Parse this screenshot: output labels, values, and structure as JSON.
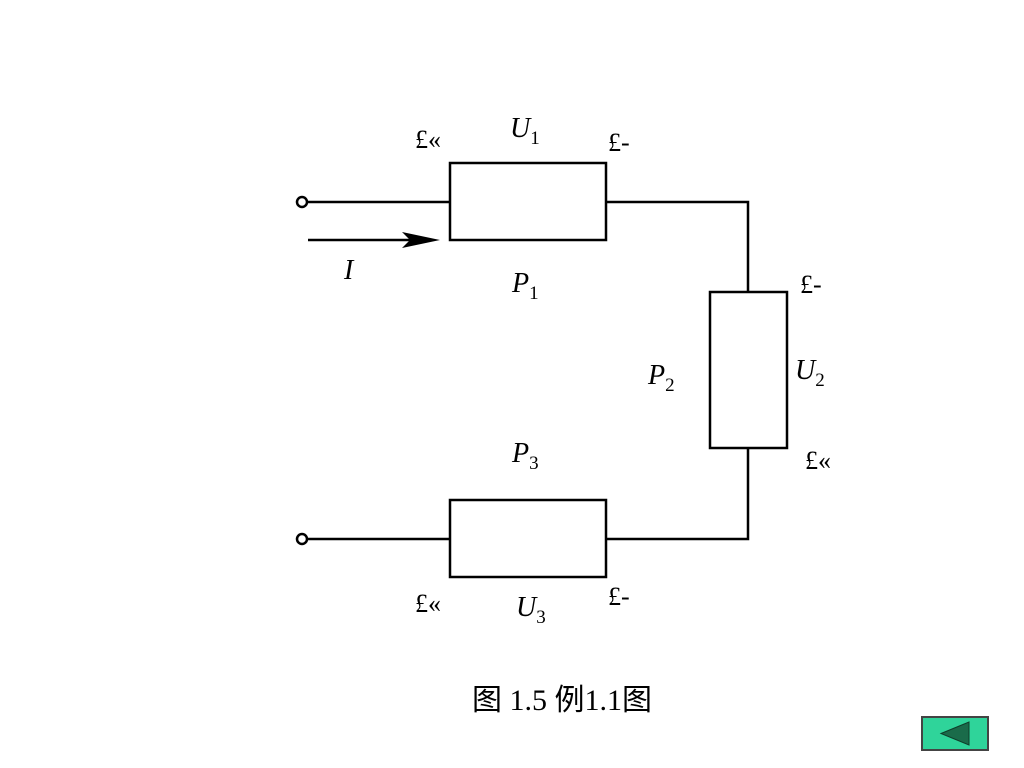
{
  "diagram": {
    "current_label": {
      "symbol": "I",
      "sub": ""
    },
    "element1": {
      "power": {
        "symbol": "P",
        "sub": "1"
      },
      "voltage": {
        "symbol": "U",
        "sub": "1"
      },
      "sign_left": "£«",
      "sign_right": "£-"
    },
    "element2": {
      "power": {
        "symbol": "P",
        "sub": "2"
      },
      "voltage": {
        "symbol": "U",
        "sub": "2"
      },
      "sign_top": "£-",
      "sign_bottom": "£«"
    },
    "element3": {
      "power": {
        "symbol": "P",
        "sub": "3"
      },
      "voltage": {
        "symbol": "U",
        "sub": "3"
      },
      "sign_left": "£«",
      "sign_right": "£-"
    }
  },
  "caption": "图 1.5   例1.1图",
  "nav": {
    "back_icon": "left-triangle-icon",
    "colors": {
      "fill": "#2fd49a",
      "icon": "#1a6b4a"
    }
  }
}
